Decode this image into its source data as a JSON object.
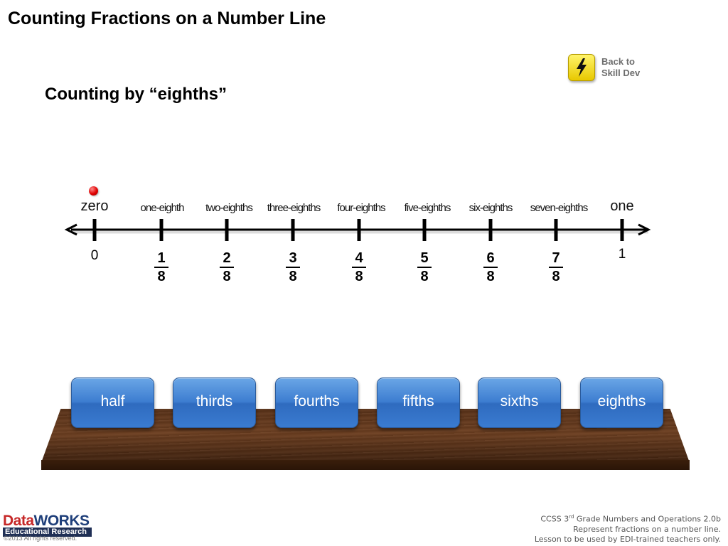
{
  "header": {
    "title": "Counting Fractions on a Number Line"
  },
  "back_button": {
    "line1": "Back to",
    "line2": "Skill Dev",
    "icon": "lightning-icon"
  },
  "subtitle": "Counting by “eighths”",
  "number_line": {
    "word_labels": [
      "zero",
      "one-eighth",
      "two-eighths",
      "three-eighths",
      "four-eighths",
      "five-eighths",
      "six-eighths",
      "seven-eighths",
      "one"
    ],
    "start_label": "0",
    "end_label": "1",
    "fractions": [
      {
        "num": "1",
        "den": "8"
      },
      {
        "num": "2",
        "den": "8"
      },
      {
        "num": "3",
        "den": "8"
      },
      {
        "num": "4",
        "den": "8"
      },
      {
        "num": "5",
        "den": "8"
      },
      {
        "num": "6",
        "den": "8"
      },
      {
        "num": "7",
        "den": "8"
      }
    ],
    "marker_color": "#e00000"
  },
  "buttons": [
    "half",
    "thirds",
    "fourths",
    "fifths",
    "sixths",
    "eighths"
  ],
  "logo": {
    "data": "Data",
    "works": "WORKS",
    "sub": "Educational Research"
  },
  "copyright": "©2013 All rights reserved.",
  "footer": {
    "line1_a": "CCSS 3",
    "line1_sup": "rd",
    "line1_b": " Grade Numbers and Operations 2.0b",
    "line2": "Represent fractions on a number line.",
    "line3": "Lesson to be used by EDI-trained teachers only."
  },
  "colors": {
    "button_blue": "#3d7dd0",
    "shelf_brown": "#5a3218",
    "back_yellow": "#f2dc20"
  }
}
